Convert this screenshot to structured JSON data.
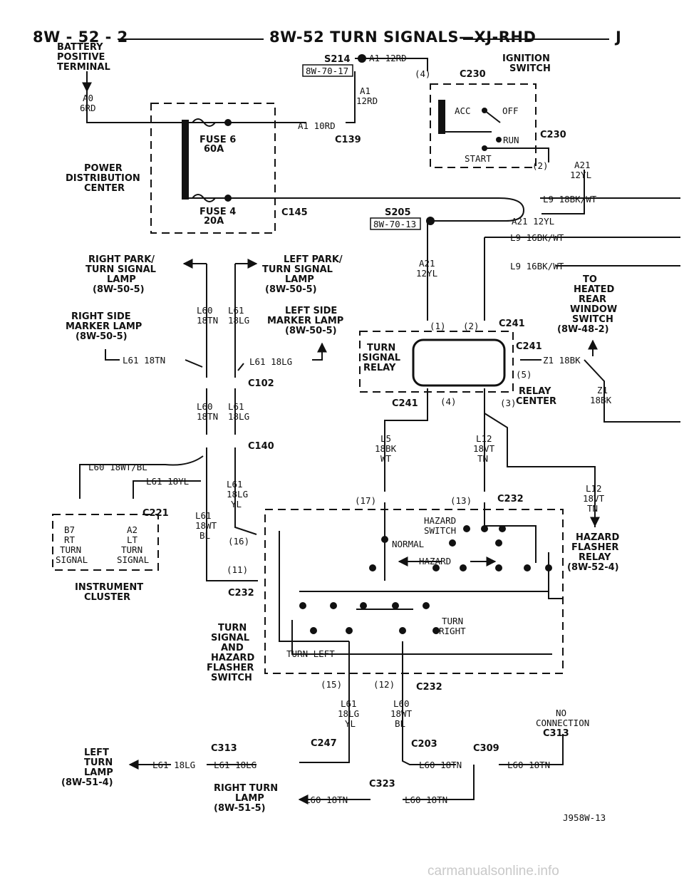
{
  "header": {
    "section_left": "8W - 52 - 2",
    "title": "8W-52 TURN SIGNALS—XJ-RHD",
    "section_right": "J"
  },
  "labels": {
    "battery": [
      "BATTERY",
      "POSITIVE",
      "TERMINAL"
    ],
    "power_dist": [
      "POWER",
      "DISTRIBUTION",
      "CENTER"
    ],
    "ignition": [
      "IGNITION",
      "SWITCH"
    ],
    "fuse6": [
      "FUSE 6",
      "60A"
    ],
    "fuse4": [
      "FUSE 4",
      "20A"
    ],
    "right_park": [
      "RIGHT PARK/",
      "TURN SIGNAL",
      "LAMP",
      "(8W-50-5)"
    ],
    "left_park": [
      "LEFT PARK/",
      "TURN SIGNAL",
      "LAMP",
      "(8W-50-5)"
    ],
    "right_side": [
      "RIGHT SIDE",
      "MARKER LAMP",
      "(8W-50-5)"
    ],
    "left_side": [
      "LEFT SIDE",
      "MARKER LAMP",
      "(8W-50-5)"
    ],
    "heated_rear": [
      "TO",
      "HEATED",
      "REAR",
      "WINDOW",
      "SWITCH",
      "(8W-48-2)"
    ],
    "turn_relay": [
      "TURN",
      "SIGNAL",
      "RELAY"
    ],
    "relay_center": [
      "RELAY",
      "CENTER"
    ],
    "instrument": [
      "INSTRUMENT",
      "CLUSTER"
    ],
    "hazard_flasher": [
      "HAZARD",
      "FLASHER",
      "RELAY",
      "(8W-52-4)"
    ],
    "switch_name": [
      "TURN",
      "SIGNAL",
      "AND",
      "HAZARD",
      "FLASHER",
      "SWITCH"
    ],
    "hazard_switch": [
      "HAZARD",
      "SWITCH"
    ],
    "left_turn_lamp": [
      "LEFT",
      "TURN",
      "LAMP",
      "(8W-51-4)"
    ],
    "right_turn_lamp": [
      "RIGHT TURN",
      "LAMP",
      "(8W-51-5)"
    ],
    "no_connection": [
      "NO",
      "CONNECTION"
    ],
    "cluster_pins": [
      "B7",
      "RT",
      "TURN",
      "SIGNAL",
      "A2",
      "LT",
      "TURN",
      "SIGNAL"
    ],
    "ign_positions": [
      "ACC",
      "OFF",
      "RUN",
      "START"
    ],
    "normal": "NORMAL",
    "hazard": "HAZARD",
    "turn_right": [
      "TURN",
      "RIGHT"
    ],
    "turn_left": "TURN LEFT"
  },
  "splices": {
    "s214": "S214",
    "s214_ref": "8W-70-17",
    "s205": "S205",
    "s205_ref": "8W-70-13"
  },
  "connectors": {
    "c230": "C230",
    "c139": "C139",
    "c145": "C145",
    "c241": "C241",
    "c102": "C102",
    "c140": "C140",
    "c221": "C221",
    "c232": "C232",
    "c247": "C247",
    "c203": "C203",
    "c313": "C313",
    "c309": "C309",
    "c323": "C323"
  },
  "pins": {
    "p1": "(1)",
    "p2": "(2)",
    "p3": "(3)",
    "p4": "(4)",
    "p5": "(5)",
    "p11": "(11)",
    "p12": "(12)",
    "p13": "(13)",
    "p15": "(15)",
    "p16": "(16)",
    "p17": "(17)"
  },
  "wires": {
    "a0": [
      "A0",
      "6RD"
    ],
    "a1_12rd": "A1 12RD",
    "a1_stack": [
      "A1",
      "12RD"
    ],
    "a1_10rd": "A1 10RD",
    "a21": [
      "A21",
      "12YL"
    ],
    "a21_12yl": "A21 12YL",
    "l9": "L9 18BK/WT",
    "l9_16": "L9 16BK/WT",
    "l60_18tn": [
      "L60",
      "18TN"
    ],
    "l61_18lg": [
      "L61",
      "18LG"
    ],
    "l61_18tn": "L61 18TN",
    "l61_18lg_h": "L61 18LG",
    "l60_wtbl": "L60 18WT/BL",
    "l61_18yl": "L61 18YL",
    "l61_lgyl": [
      "L61",
      "18LG",
      "YL"
    ],
    "l61_wtbl": [
      "L61",
      "18WT",
      "BL"
    ],
    "l5": [
      "L5",
      "18BK",
      "WT"
    ],
    "l12": [
      "L12",
      "18VT",
      "TN"
    ],
    "z1_h": "Z1 18BK",
    "z1": [
      "Z1",
      "18BK"
    ],
    "l60_tn_h": "L60 18TN",
    "l60_wtbl_s": [
      "L60",
      "18WT",
      "BL"
    ]
  },
  "figure_id": "J958W-13",
  "watermark": "carmanualsonline.info"
}
